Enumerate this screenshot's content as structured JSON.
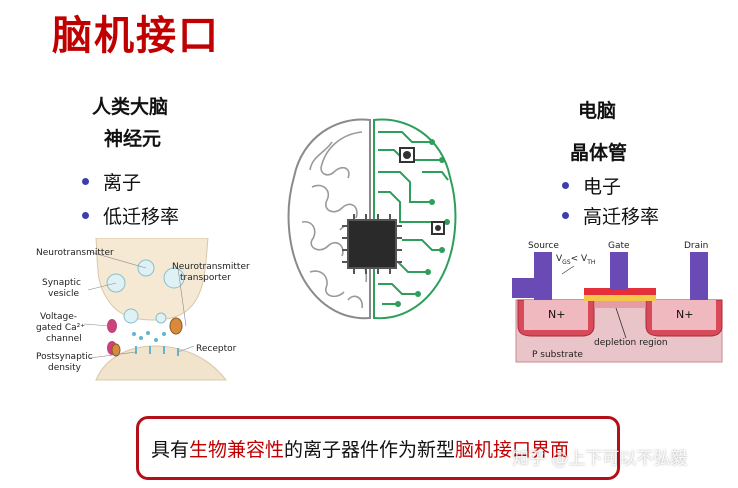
{
  "title": "脑机接口",
  "left": {
    "heading1": "人类大脑",
    "heading2": "神经元",
    "bullets": [
      "离子",
      "低迁移率"
    ],
    "figure_labels": {
      "neurotransmitter": "Neurotransmitter",
      "synaptic1": "Synaptic",
      "synaptic2": "vesicle",
      "voltage1": "Voltage-",
      "voltage2": "gated Ca²⁺",
      "voltage3": "channel",
      "postsynaptic1": "Postsynaptic",
      "postsynaptic2": "density",
      "transporter1": "Neurotransmitter",
      "transporter2": "transporter",
      "receptor": "Receptor"
    }
  },
  "right": {
    "heading1": "电脑",
    "heading2": "晶体管",
    "bullets": [
      "电子",
      "高迁移率"
    ],
    "figure_labels": {
      "source": "Source",
      "gate": "Gate",
      "drain": "Drain",
      "vgs": "V",
      "vgs_sub": "GS",
      "lt": "< V",
      "vth_sub": "TH",
      "nplus_left": "N+",
      "nplus_right": "N+",
      "depletion": "depletion region",
      "substrate": "P substrate"
    }
  },
  "bottom": {
    "part1": "具有",
    "part2": "生物兼容性",
    "part3": "的离子器件作为新型",
    "part4": "脑机接口界面"
  },
  "watermark": "知乎 @上下可以不弘毅",
  "colors": {
    "title": "#c00000",
    "bullet": "#3b3fa8",
    "box_border": "#b3101a",
    "circuit_green": "#2e9e5b",
    "gate_purple": "#6a4ab5"
  }
}
